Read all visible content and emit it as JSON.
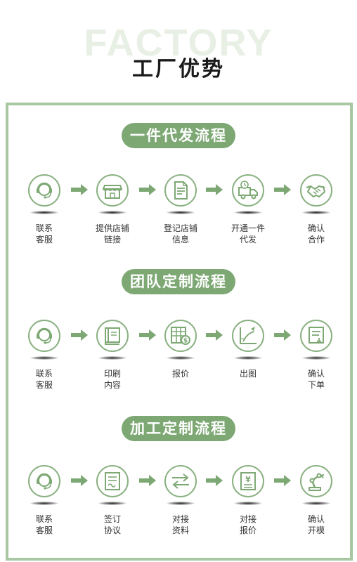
{
  "header": {
    "bg_text": "FACTORY",
    "title": "工厂优势"
  },
  "sections": [
    {
      "title": "一件代发流程",
      "steps": [
        {
          "icon": "headset-icon",
          "line1": "联系",
          "line2": "客服"
        },
        {
          "icon": "storefront-icon",
          "line1": "提供店铺",
          "line2": "链接"
        },
        {
          "icon": "document-icon",
          "line1": "登记店铺",
          "line2": "信息"
        },
        {
          "icon": "delivery-truck-icon",
          "line1": "开通一件",
          "line2": "代发"
        },
        {
          "icon": "handshake-icon",
          "line1": "确认",
          "line2": "合作"
        }
      ]
    },
    {
      "title": "团队定制流程",
      "steps": [
        {
          "icon": "headset-icon",
          "line1": "联系",
          "line2": "客服"
        },
        {
          "icon": "book-icon",
          "line1": "印刷",
          "line2": "内容"
        },
        {
          "icon": "price-sheet-icon",
          "line1": "报价",
          "line2": ""
        },
        {
          "icon": "design-draft-icon",
          "line1": "出图",
          "line2": ""
        },
        {
          "icon": "order-form-icon",
          "line1": "确认",
          "line2": "下单"
        }
      ]
    },
    {
      "title": "加工定制流程",
      "steps": [
        {
          "icon": "headset-icon",
          "line1": "联系",
          "line2": "客服"
        },
        {
          "icon": "contract-icon",
          "line1": "签订",
          "line2": "协议"
        },
        {
          "icon": "exchange-arrows-icon",
          "line1": "对接",
          "line2": "资料"
        },
        {
          "icon": "yuan-invoice-icon",
          "line1": "对接",
          "line2": "报价"
        },
        {
          "icon": "robot-arm-icon",
          "line1": "确认",
          "line2": "开模"
        }
      ]
    }
  ],
  "colors": {
    "accent": "#7da874",
    "border": "#a9c7a2",
    "icon_stroke": "#8ab182",
    "arrow": "#7da874"
  }
}
